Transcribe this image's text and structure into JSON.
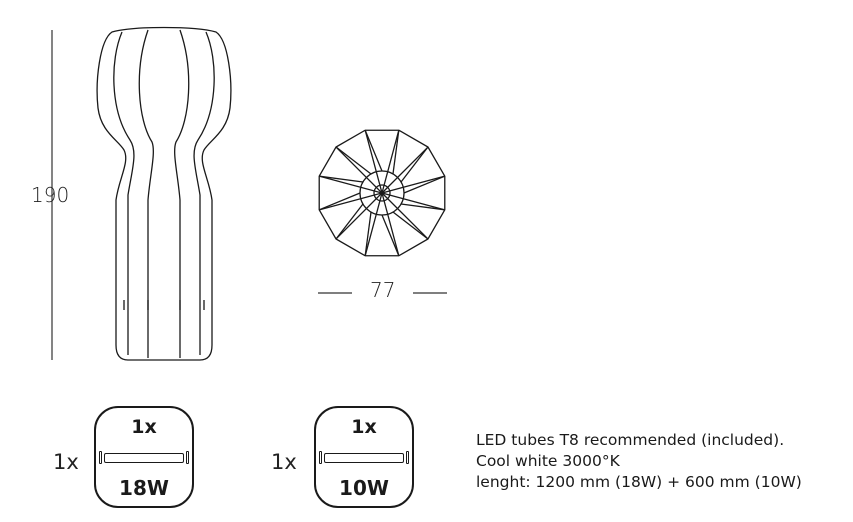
{
  "dimensions": {
    "height_label": "190",
    "diameter_label": "77"
  },
  "tube_options": [
    {
      "quantity": "1x",
      "top_label": "1x",
      "wattage": "18W"
    },
    {
      "quantity": "1x",
      "top_label": "1x",
      "wattage": "10W"
    }
  ],
  "specs": {
    "line1": "LED tubes T8 recommended (included).",
    "line2": "Cool white 3000°K",
    "line3": "lenght: 1200 mm (18W) + 600 mm (10W)"
  },
  "colors": {
    "stroke": "#1a1a1a"
  }
}
